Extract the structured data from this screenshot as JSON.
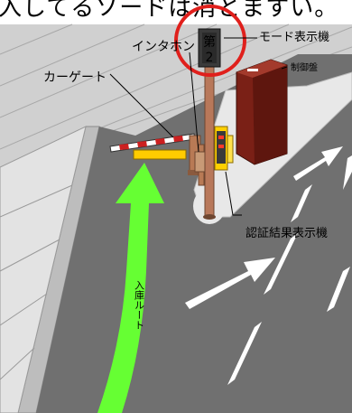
{
  "caption_fragment": "入してるソードは消とますい。",
  "labels": {
    "mode_display": "モード表示機",
    "control_panel": "制御盤",
    "intercom": "インタホン",
    "car_gate": "カーゲート",
    "auth_result_display": "認証結果表示機",
    "entry_route": "入庫ルート"
  },
  "mode_sign": {
    "line1": "第",
    "line2": "2"
  },
  "colors": {
    "route_arrow": "#66ff33",
    "highlight_circle": "#e0201c",
    "sign_text": "#ffc800",
    "panel": "#7a2016"
  }
}
